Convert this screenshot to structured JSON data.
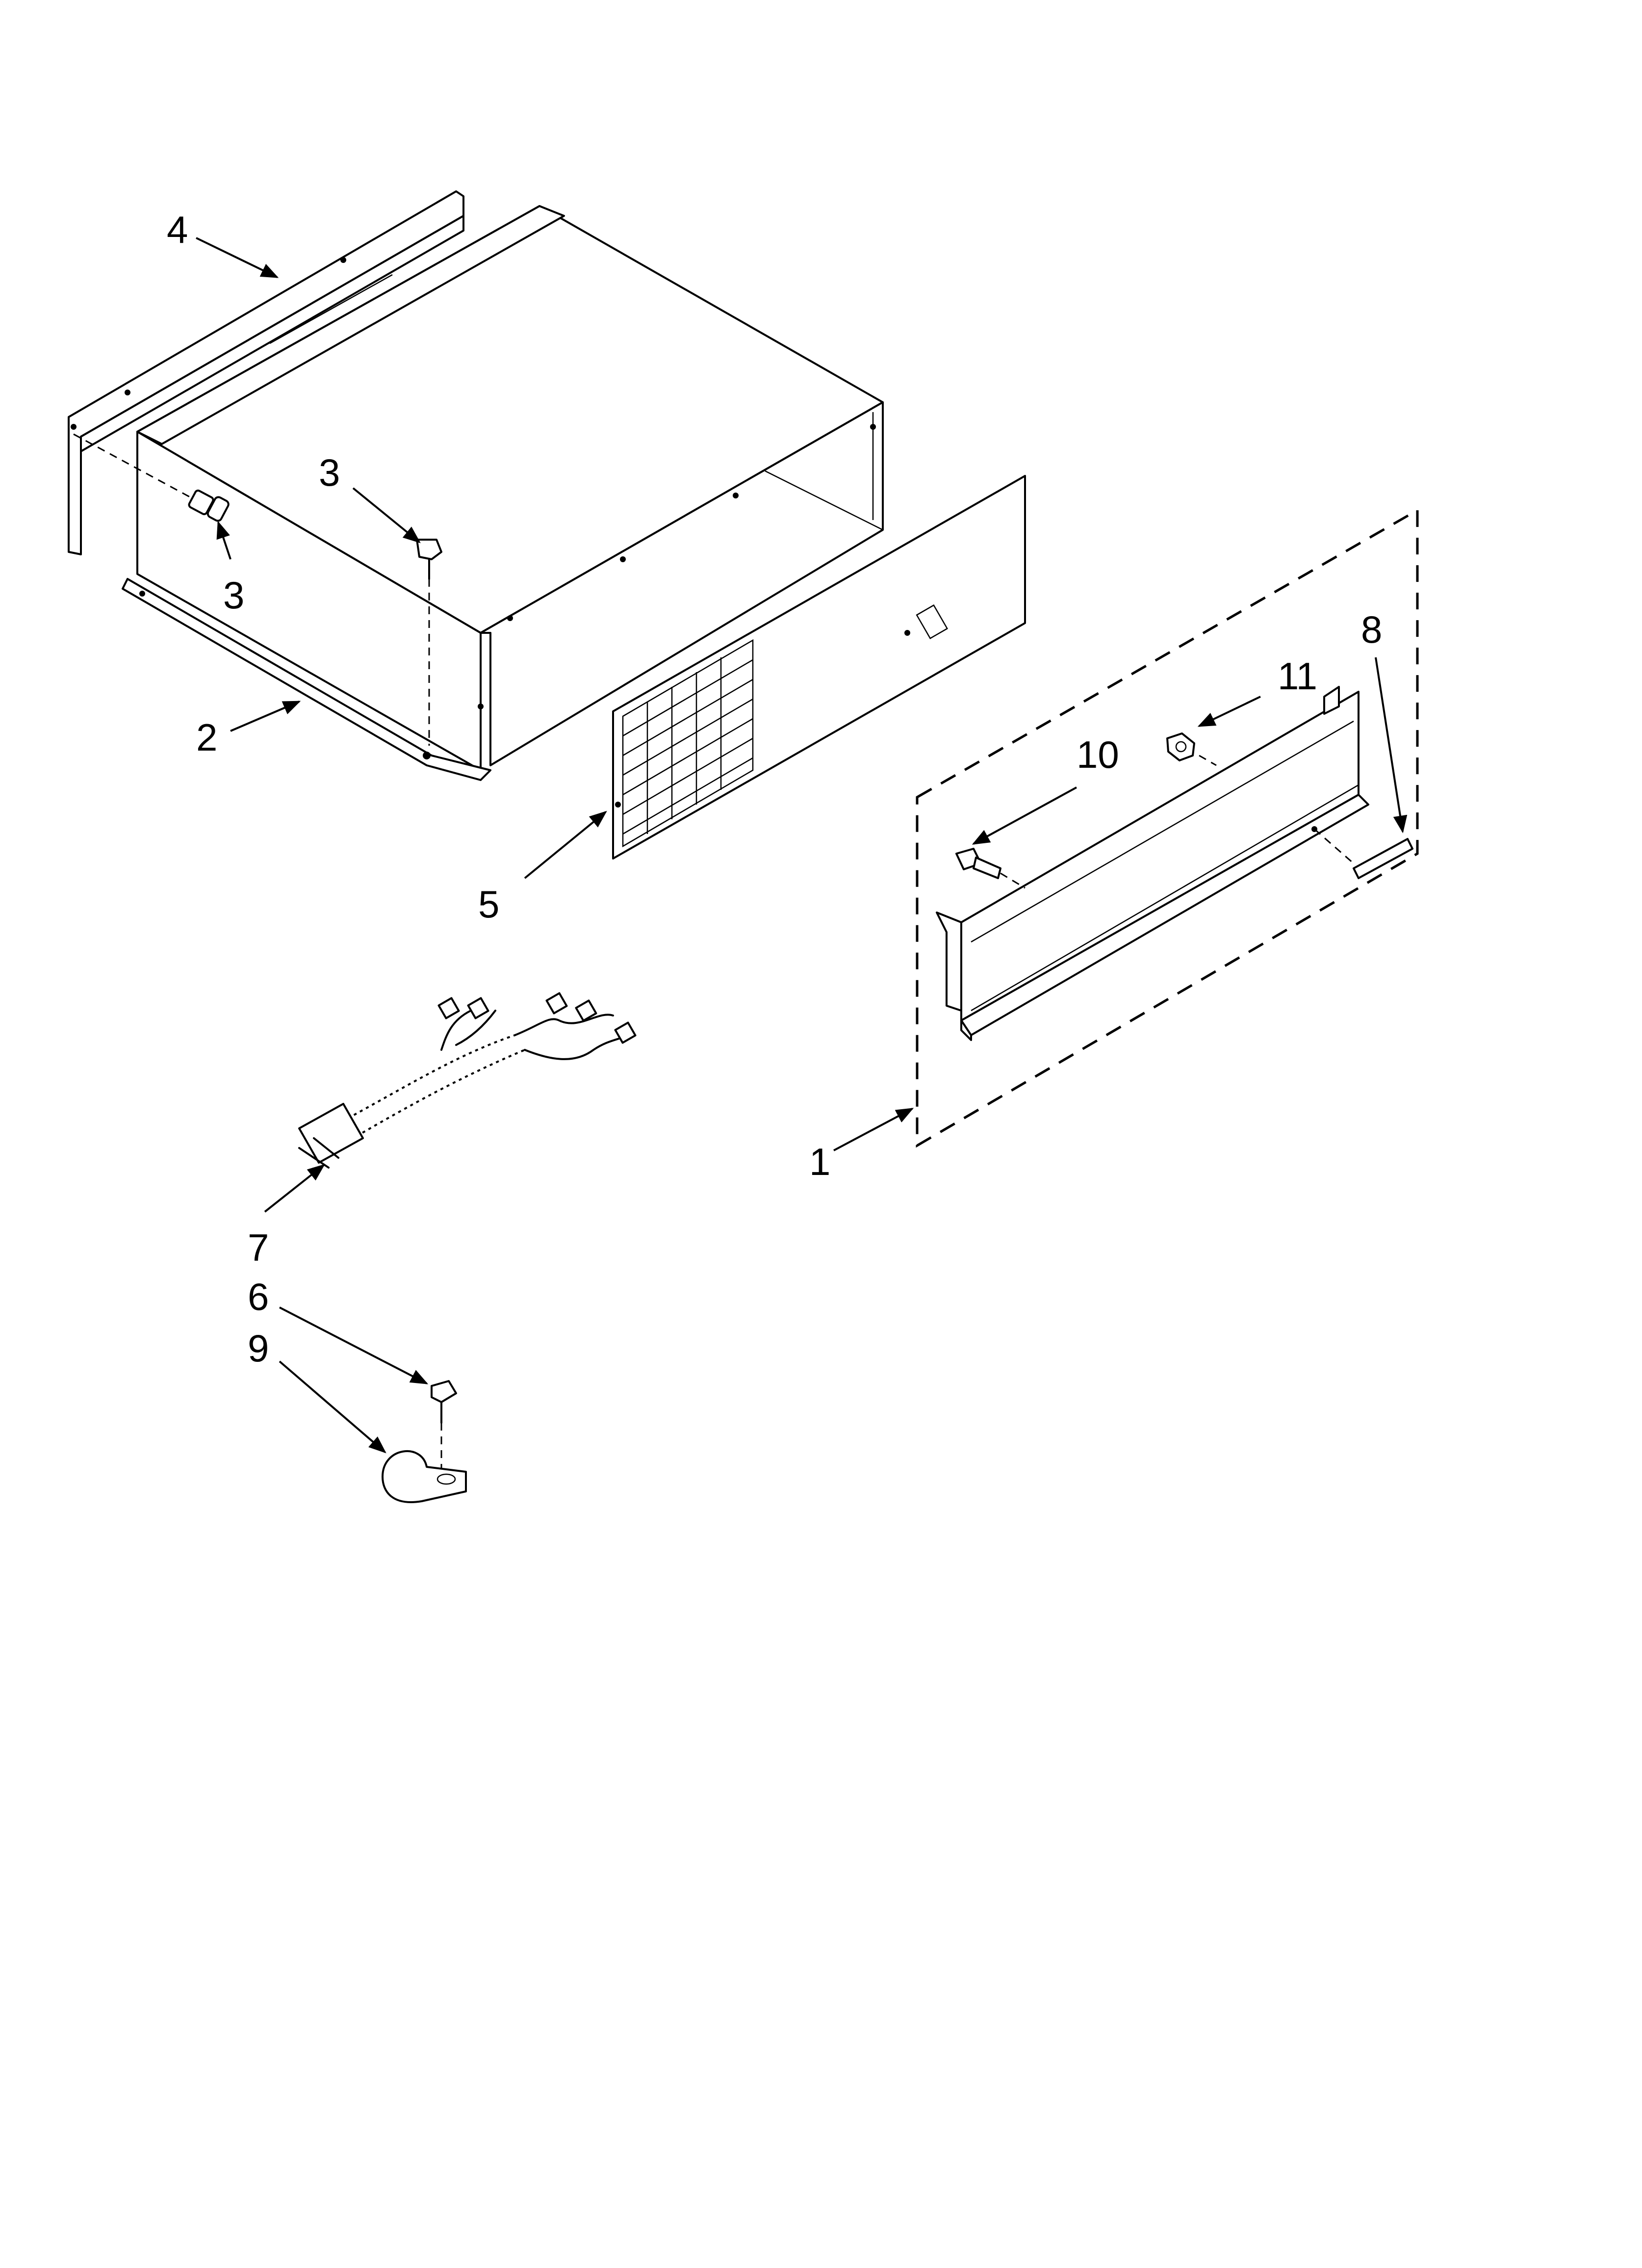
{
  "callouts": [
    {
      "id": "4",
      "text": "4"
    },
    {
      "id": "3a",
      "text": "3"
    },
    {
      "id": "3b",
      "text": "3"
    },
    {
      "id": "2",
      "text": "2"
    },
    {
      "id": "5",
      "text": "5"
    },
    {
      "id": "8",
      "text": "8"
    },
    {
      "id": "11",
      "text": "11"
    },
    {
      "id": "10",
      "text": "10"
    },
    {
      "id": "1",
      "text": "1"
    },
    {
      "id": "7",
      "text": "7"
    },
    {
      "id": "6",
      "text": "6"
    },
    {
      "id": "9",
      "text": "9"
    }
  ]
}
